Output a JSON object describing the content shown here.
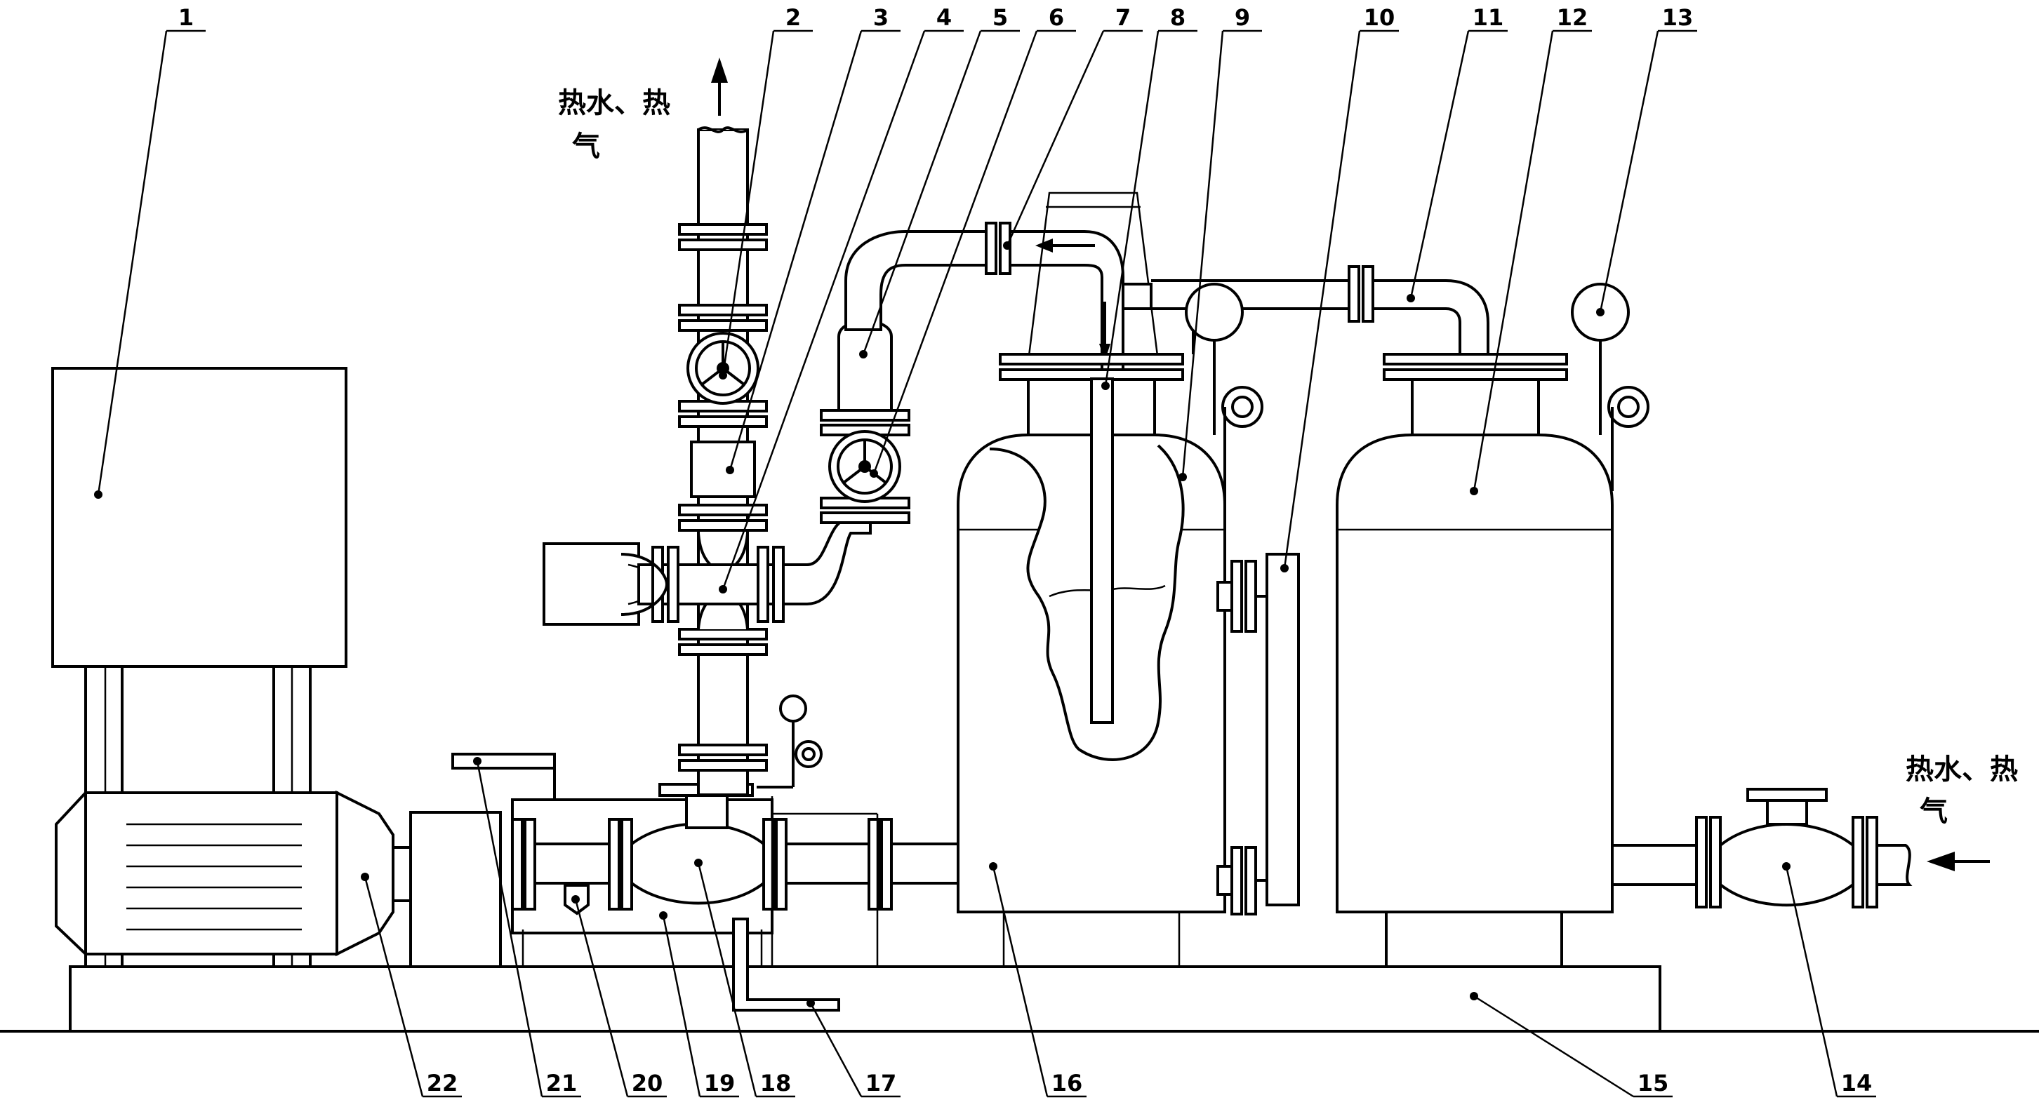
{
  "labels": [
    "1",
    "2",
    "3",
    "4",
    "5",
    "6",
    "7",
    "8",
    "9",
    "10",
    "11",
    "12",
    "13",
    "14",
    "15",
    "16",
    "17",
    "18",
    "19",
    "20",
    "21",
    "22"
  ],
  "annotations": {
    "outlet_line1": "热水、热",
    "outlet_line2": "气",
    "inlet_line1": "热水、热",
    "inlet_line2": "气"
  }
}
